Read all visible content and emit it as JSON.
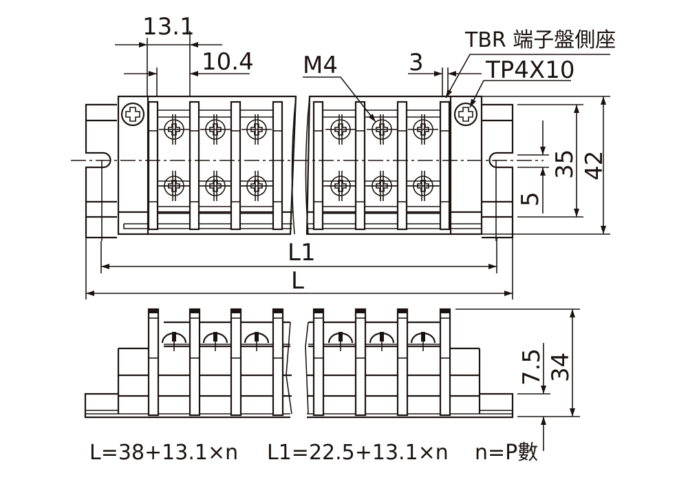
{
  "title": "TBR terminal block dimension drawing",
  "colors": {
    "ink": "#1a1210",
    "paper": "#ffffff"
  },
  "dimensions": {
    "pitch": "13.1",
    "barrier_gap": "10.4",
    "side_gap": "3",
    "screw": "M4",
    "mount_screw": "TP4X10",
    "base_label": "TBR 端子盤側座",
    "slot_width": "5",
    "mount_pitch": "35",
    "overall_height": "42",
    "inner_length": "L1",
    "overall_length": "L",
    "base_height": "7.5",
    "total_height": "34"
  },
  "formulas": {
    "overall": "L=38+13.1×n",
    "inner": "L1=22.5+13.1×n",
    "n_def": "n=P數"
  }
}
